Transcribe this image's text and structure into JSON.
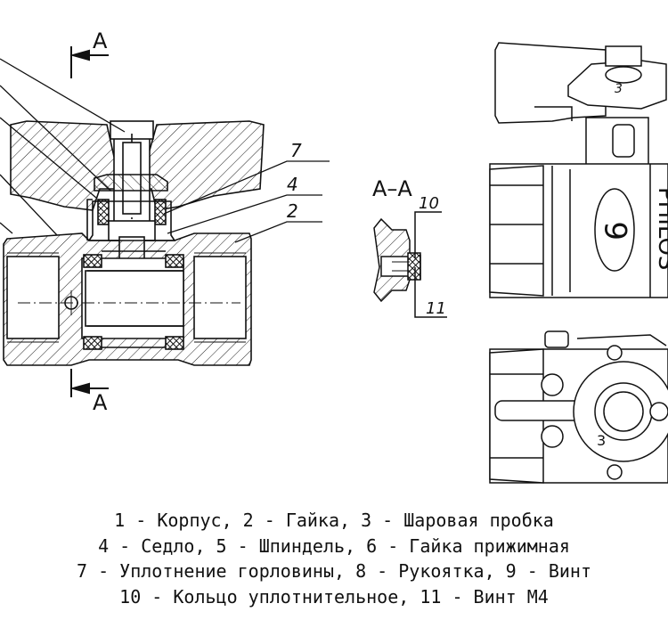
{
  "section_markers": {
    "top": "A",
    "bottom": "A"
  },
  "section_title": "A–A",
  "callouts": {
    "c7": "7",
    "c4": "4",
    "c2": "2",
    "c10": "10",
    "c11": "11"
  },
  "side_view": {
    "body_text": "PHILOS",
    "number": "6",
    "number2": "3"
  },
  "legend": [
    "1 - Корпус, 2 - Гайка, 3 - Шаровая пробка",
    "4 - Седло, 5 - Шпиндель, 6 - Гайка прижимная",
    "7 - Уплотнение горловины, 8 - Рукоятка, 9 - Винт",
    "10 - Кольцо уплотнительное, 11 - Винт М4"
  ]
}
